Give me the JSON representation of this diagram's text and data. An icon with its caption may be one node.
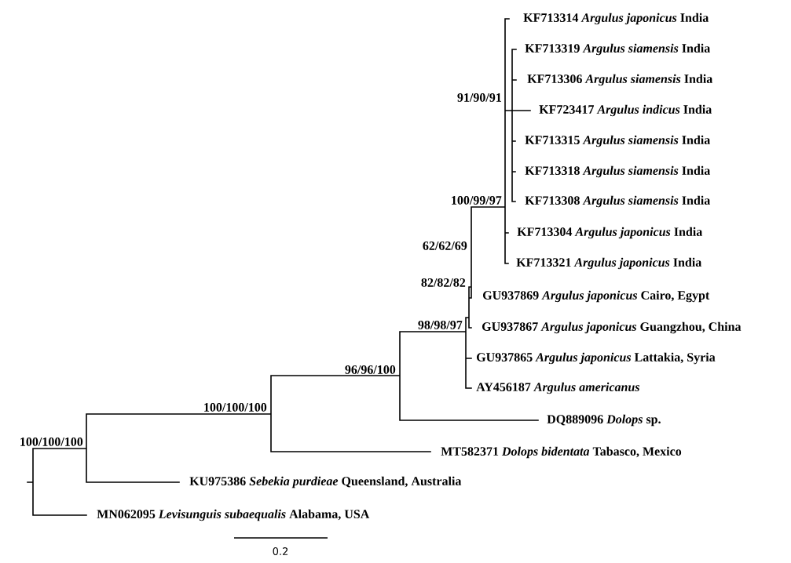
{
  "diagram": {
    "labels": [
      "KF713314 *Argulus japonicus* India",
      "KF713319 *Argulus siamensis* India",
      "KF713306 *Argulus siamensis* India",
      "91/90/91",
      "KF723417 *Argulus indicus* India",
      "KF713315 *Argulus siamensis* India",
      "KF713318 *Argulus siamensis* India",
      "100/99/97",
      "KF713308 *Argulus siamensis* India",
      "KF713304 *Argulus japonicus* India",
      "62/62/69",
      "KF713321 *Argulus japonicus* India",
      "82/82/82",
      "GU937869 *Argulus japonicus* Cairo, Egypt",
      "98/98/97",
      "GU937867 *Argulus japonicus* Guangzhou, China",
      "GU937865 *Argulus japonicus* Lattakia, Syria",
      "96/96/100",
      "AY456187 *Argulus americanus*",
      "DQ889096 *Dolops* sp.",
      "100/100/100",
      "MT582371 *Dolops bidentata* Tabasco, Mexico",
      "100/100/100",
      "KU975386 *Sebekia purdieae* Queensland, Australia",
      "MN062095 *Levisunguis subaequalis* Alabama, USA",
      "0.2"
    ]
  }
}
